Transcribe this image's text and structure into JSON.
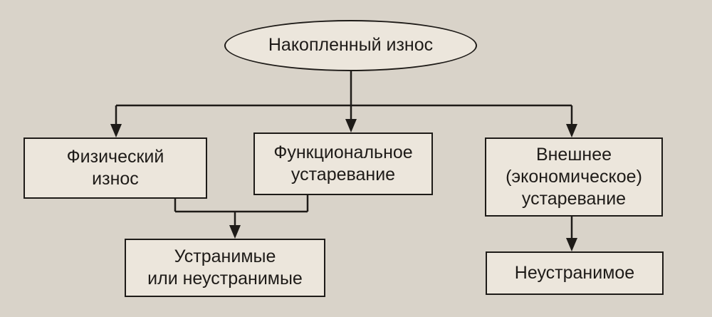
{
  "diagram": {
    "root": "Накопленный износ",
    "physical": [
      "Физический",
      "износ"
    ],
    "functional": [
      "Функциональное",
      "устаревание"
    ],
    "external": [
      "Внешнее",
      "(экономическое)",
      "устаревание"
    ],
    "removable": [
      "Устранимые",
      "или неустранимые"
    ],
    "irremovable": "Неустранимое"
  },
  "colors": {
    "background": "#d9d3c9",
    "box_fill": "#ece6dc",
    "ink": "#1e1b18"
  }
}
